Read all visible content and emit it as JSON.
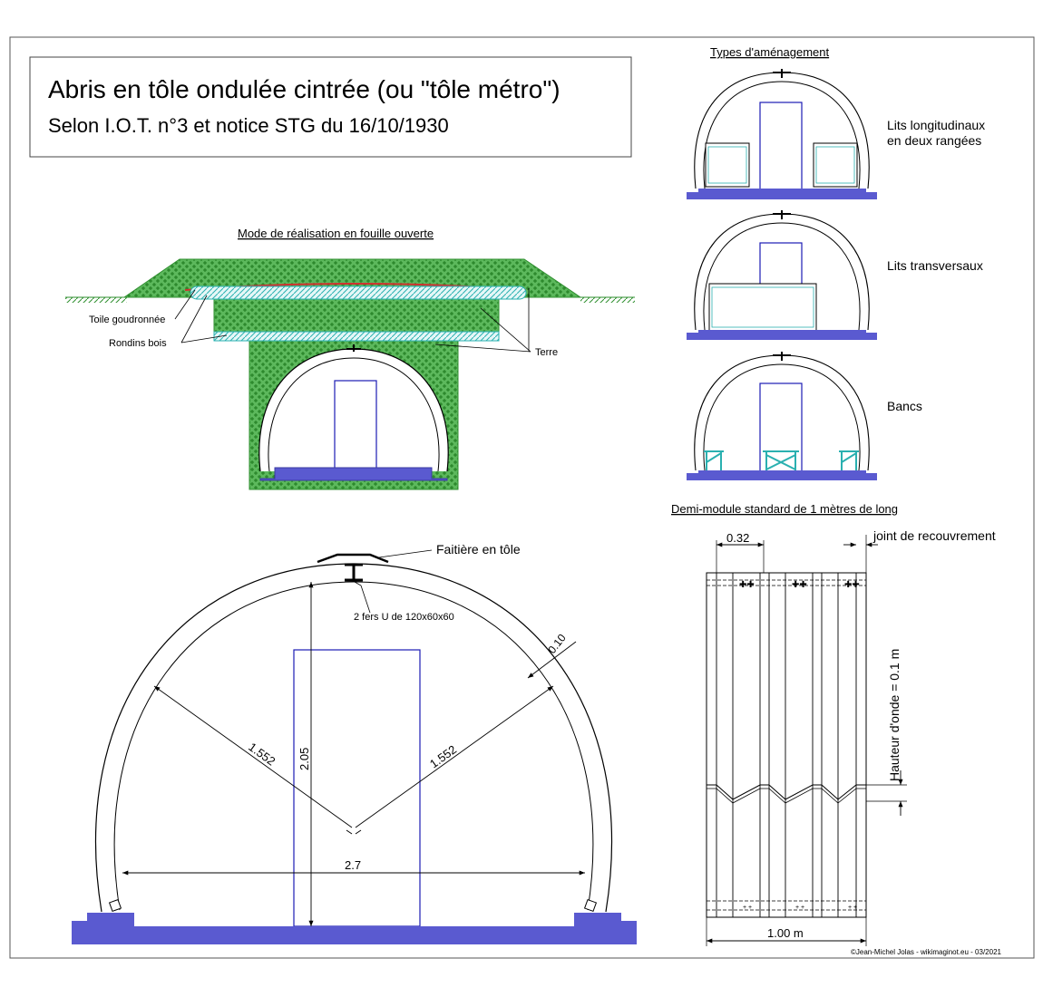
{
  "title": "Abris en tôle ondulée cintrée (ou \"tôle métro\")",
  "subtitle": "Selon I.O.T. n°3 et notice STG du 16/10/1930",
  "section_mode": "Mode de réalisation en fouille ouverte",
  "section_types": "Types d'aménagement",
  "section_module": "Demi-module standard de 1 mètres de long",
  "mode_labels": {
    "toile": "Toile goudronnée",
    "rondins": "Rondins bois",
    "terre": "Terre"
  },
  "types": [
    {
      "label_line1": "Lits longitudinaux",
      "label_line2": "en deux rangées"
    },
    {
      "label_line1": "Lits transversaux",
      "label_line2": ""
    },
    {
      "label_line1": "Bancs",
      "label_line2": ""
    }
  ],
  "main_labels": {
    "faitiere": "Faitière en tôle",
    "fers": "2 fers U de 120x60x60",
    "dim_010": "0.10",
    "dim_radius_left": "1.552",
    "dim_radius_right": "1.552",
    "dim_height": "2.05",
    "dim_width": "2.7"
  },
  "module_labels": {
    "dim_032": "0.32",
    "joint": "joint de recouvrement",
    "hauteur": "Hauteur d'onde = 0.1 m",
    "dim_100": "1.00 m"
  },
  "credit": "©Jean-Michel Jolas - wikimaginot.eu - 03/2021",
  "colors": {
    "earth": "#3aa33a",
    "floor": "#5a5ad0",
    "door": "#1c1cb4",
    "wood": "#2ab0b0",
    "tarp": "#d03030"
  }
}
